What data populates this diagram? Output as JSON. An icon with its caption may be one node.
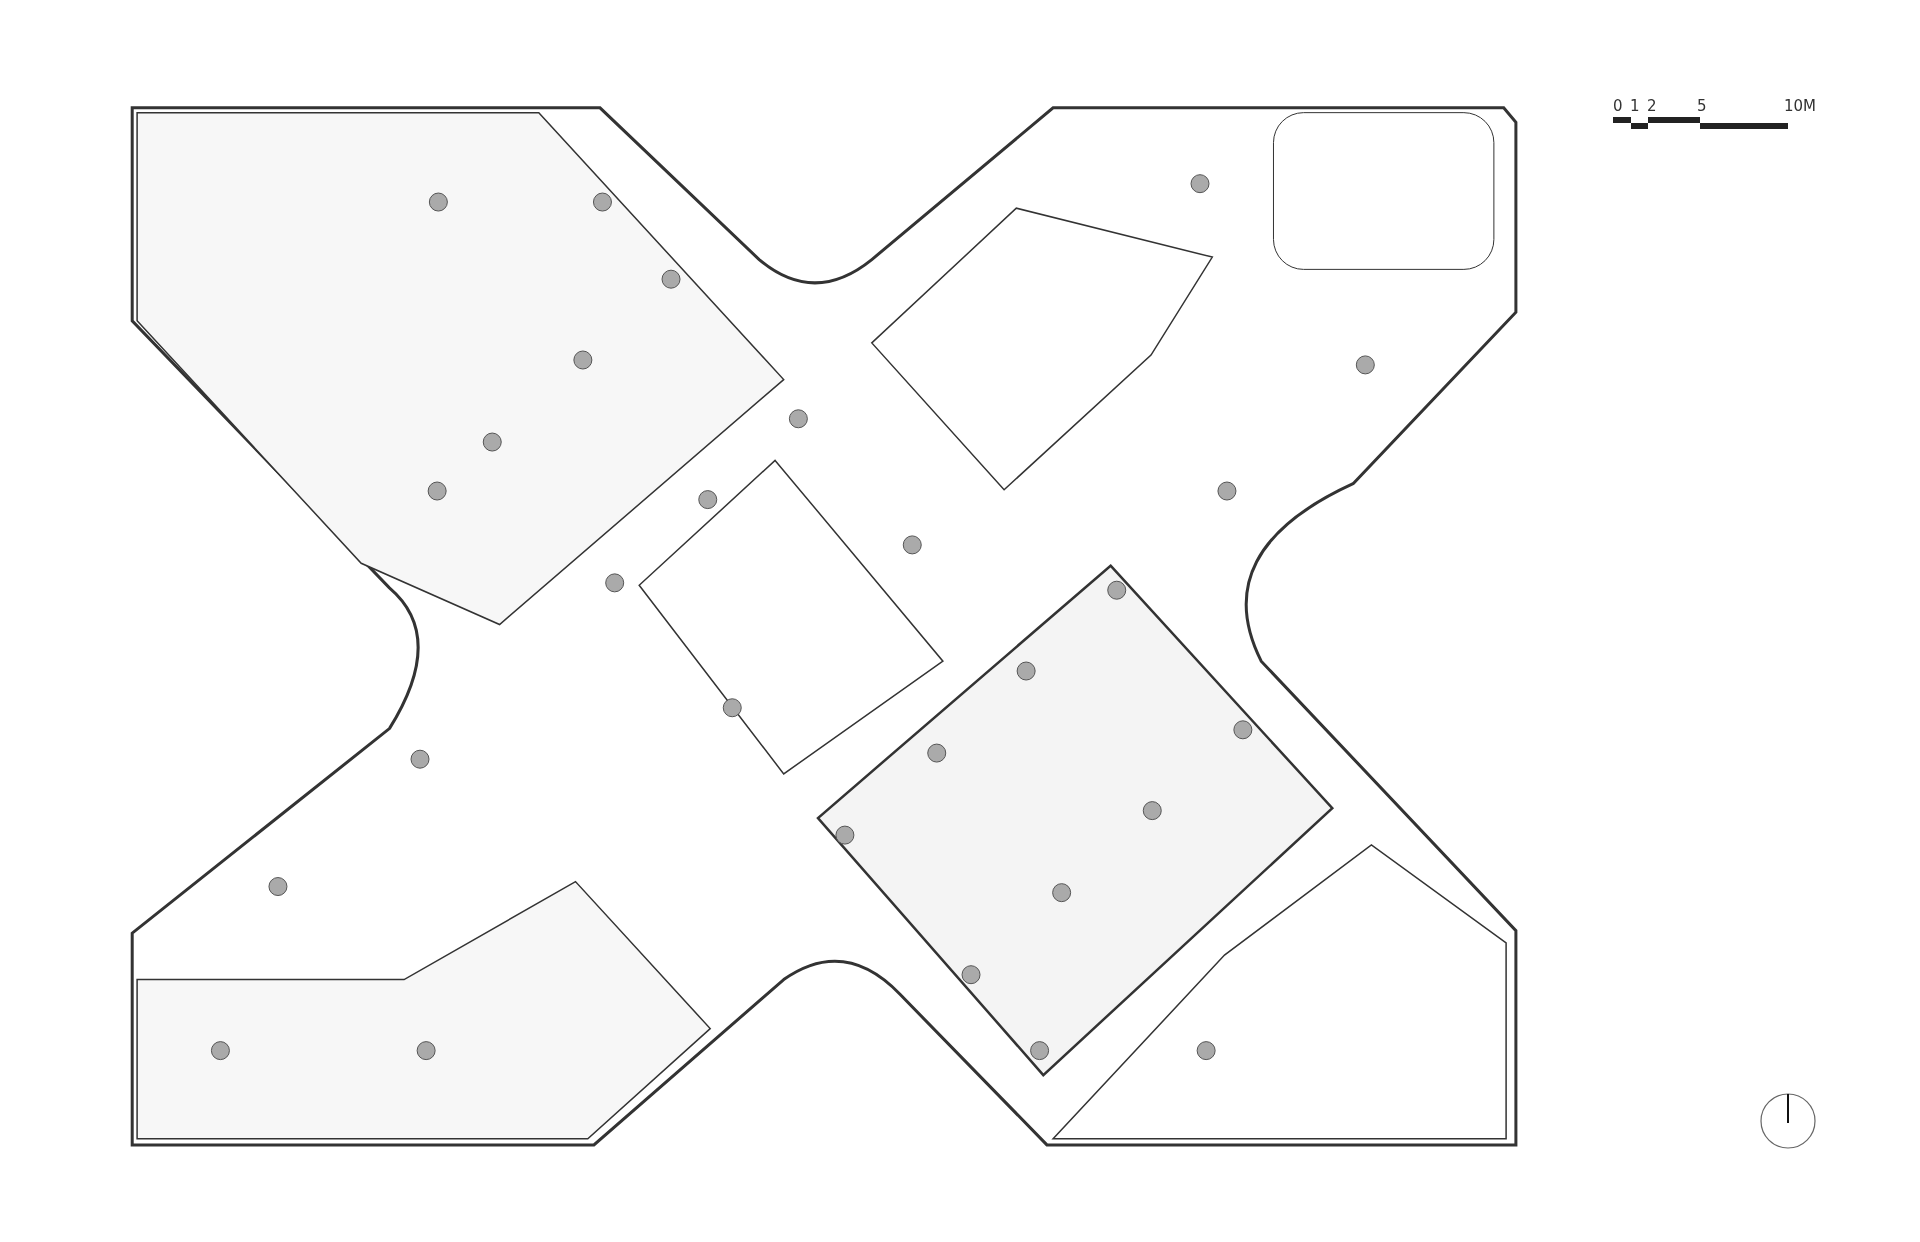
{
  "diagram": {
    "labels": [
      "0",
      "1",
      "2",
      "5",
      "10M"
    ]
  }
}
